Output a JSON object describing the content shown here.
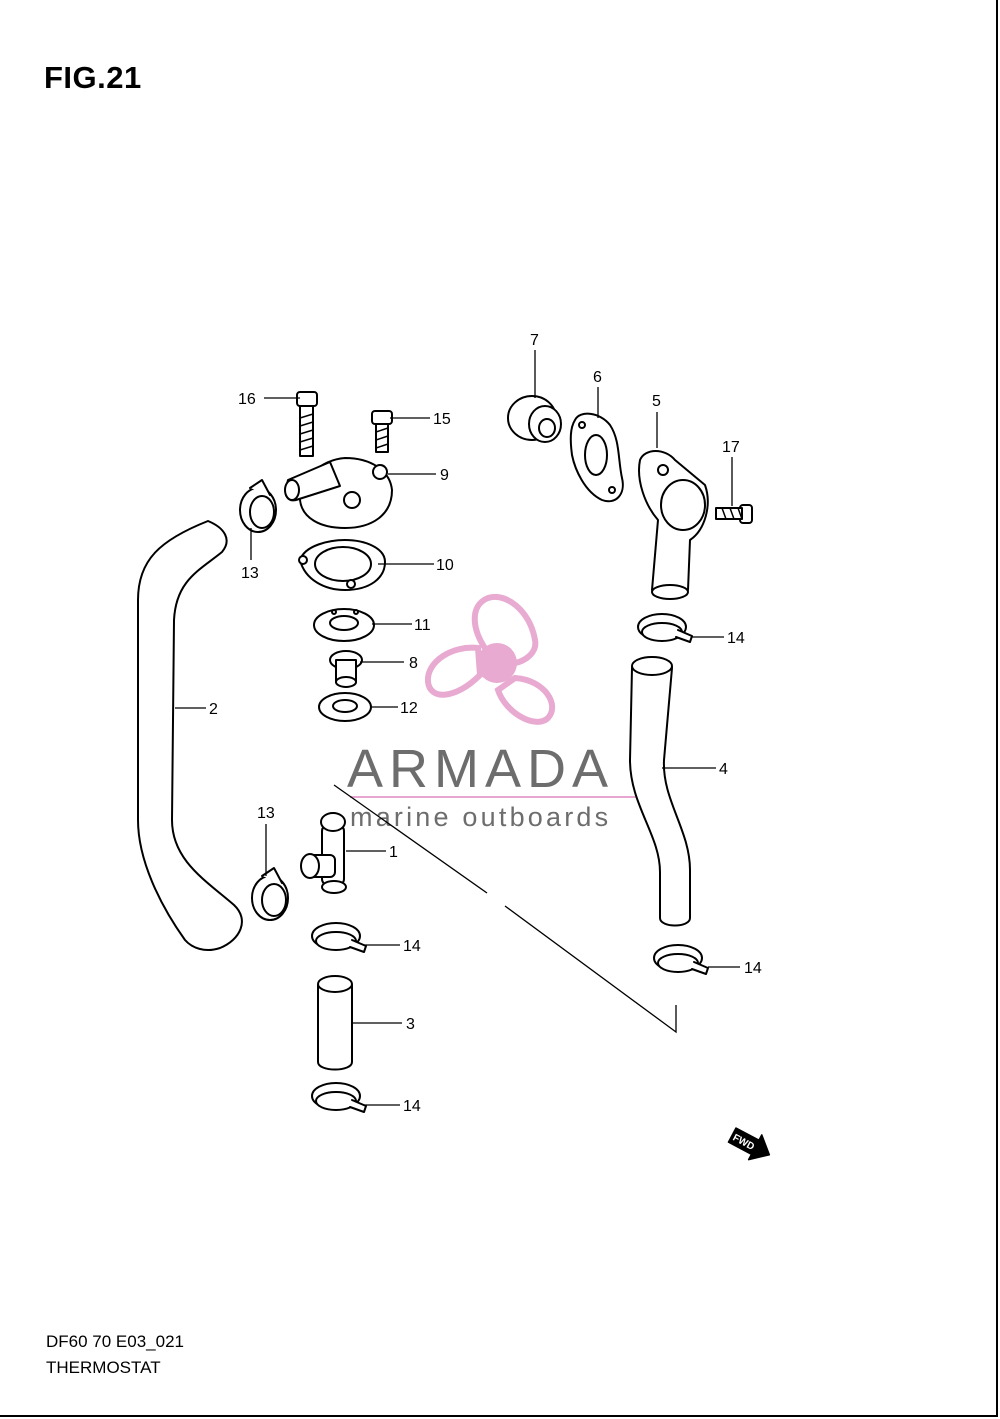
{
  "figure": {
    "title": "FIG.21",
    "model_code": "DF60 70 E03_021",
    "section_name": "THERMOSTAT"
  },
  "watermark": {
    "brand": "ARMADA",
    "tagline": "marine outboards",
    "logo_color": "#e7a6cf",
    "text_color": "#6d6d6d"
  },
  "direction_marker": {
    "label": "FWD"
  },
  "callouts": [
    {
      "id": "c1",
      "label": "1"
    },
    {
      "id": "c2",
      "label": "2"
    },
    {
      "id": "c3",
      "label": "3"
    },
    {
      "id": "c4",
      "label": "4"
    },
    {
      "id": "c5",
      "label": "5"
    },
    {
      "id": "c6",
      "label": "6"
    },
    {
      "id": "c7",
      "label": "7"
    },
    {
      "id": "c8",
      "label": "8"
    },
    {
      "id": "c9",
      "label": "9"
    },
    {
      "id": "c10",
      "label": "10"
    },
    {
      "id": "c11",
      "label": "11"
    },
    {
      "id": "c12",
      "label": "12"
    },
    {
      "id": "c13a",
      "label": "13"
    },
    {
      "id": "c13b",
      "label": "13"
    },
    {
      "id": "c14a",
      "label": "14"
    },
    {
      "id": "c14b",
      "label": "14"
    },
    {
      "id": "c14c",
      "label": "14"
    },
    {
      "id": "c14d",
      "label": "14"
    },
    {
      "id": "c15",
      "label": "15"
    },
    {
      "id": "c16",
      "label": "16"
    },
    {
      "id": "c17",
      "label": "17"
    }
  ]
}
